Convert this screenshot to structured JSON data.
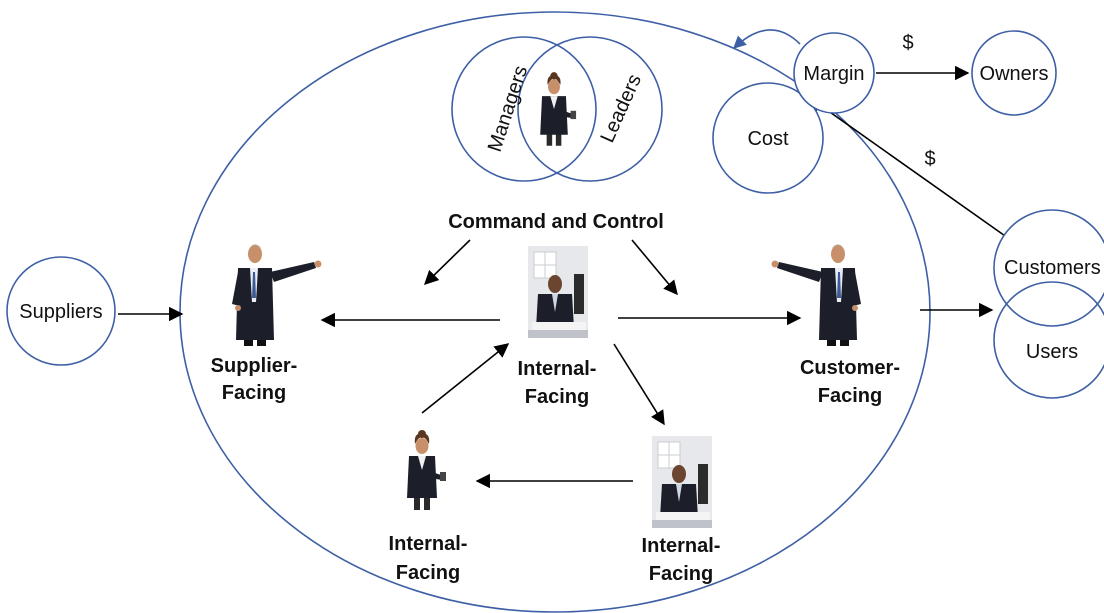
{
  "labels": {
    "suppliers": "Suppliers",
    "margin": "Margin",
    "owners": "Owners",
    "cost": "Cost",
    "customers": "Customers",
    "users": "Users",
    "managers": "Managers",
    "leaders": "Leaders",
    "dollar_top": "$",
    "dollar_mid": "$",
    "command_and_control": "Command and Control",
    "supplier_facing_1": "Supplier-",
    "supplier_facing_2": "Facing",
    "customer_facing_1": "Customer-",
    "customer_facing_2": "Facing",
    "internal_center_1": "Internal-",
    "internal_center_2": "Facing",
    "internal_left_1": "Internal-",
    "internal_left_2": "Facing",
    "internal_right_1": "Internal-",
    "internal_right_2": "Facing"
  },
  "colors": {
    "circle_stroke": "#3e5fa6",
    "arrow": "#000000",
    "suit": "#1c1f2a",
    "skin": "#c8906a"
  },
  "icons": {
    "person_pointing": "businessman-pointing-icon",
    "person_woman": "businesswoman-phone-icon",
    "person_desk": "man-at-computer-icon"
  }
}
